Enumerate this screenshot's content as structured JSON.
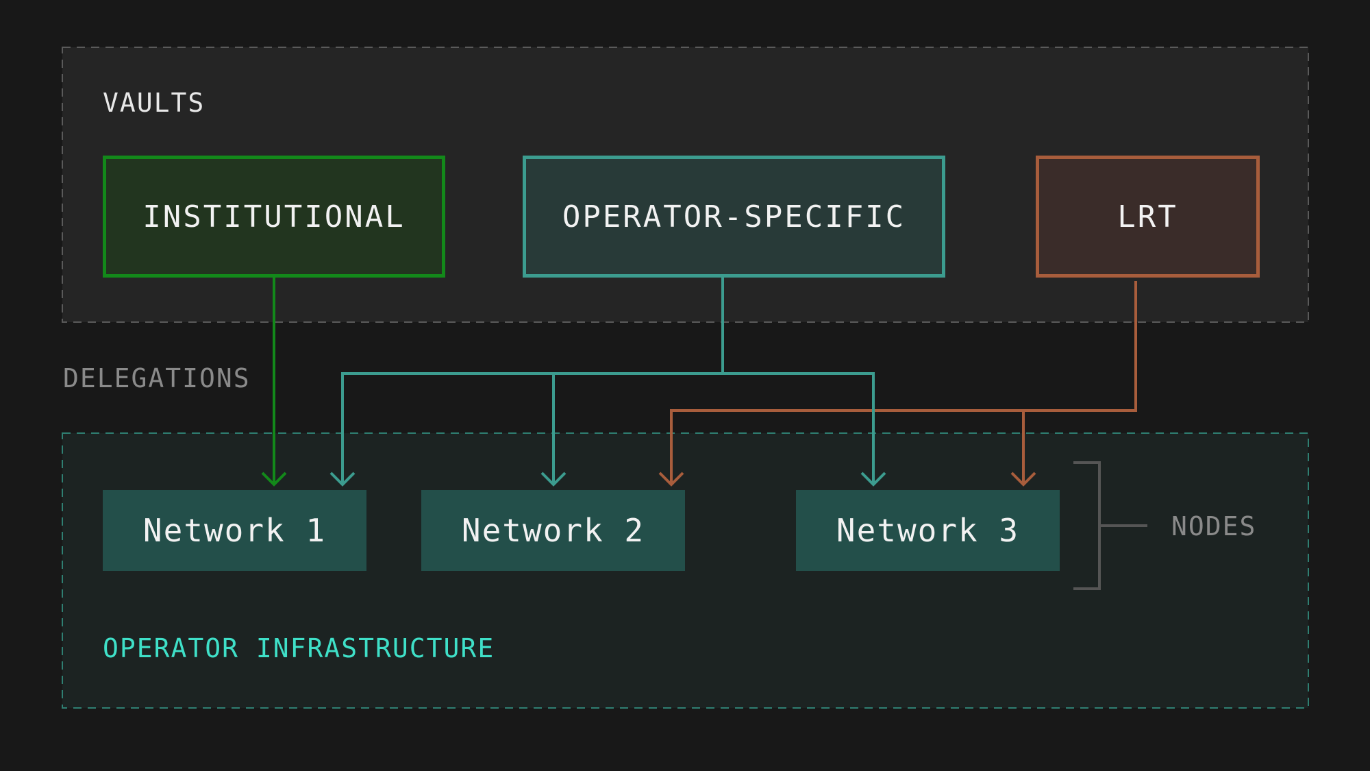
{
  "vaults_section": {
    "label": "VAULTS",
    "items": [
      "INSTITUTIONAL",
      "OPERATOR-SPECIFIC",
      "LRT"
    ]
  },
  "delegations_label": "DELEGATIONS",
  "infrastructure_section": {
    "label": "OPERATOR INFRASTRUCTURE",
    "networks": [
      "Network 1",
      "Network 2",
      "Network 3"
    ],
    "nodes_label": "NODES"
  },
  "delegation_links": [
    {
      "from": "INSTITUTIONAL",
      "to": [
        "Network 1"
      ]
    },
    {
      "from": "OPERATOR-SPECIFIC",
      "to": [
        "Network 1",
        "Network 2",
        "Network 3"
      ]
    },
    {
      "from": "LRT",
      "to": [
        "Network 2",
        "Network 3"
      ]
    }
  ],
  "colors": {
    "background": "#181818",
    "institutional": "#13891a",
    "operator_specific": "#3c9c8f",
    "lrt": "#a85d3c",
    "network_fill": "#234f4a",
    "infrastructure_accent": "#3fe0c8",
    "muted_text": "#8a8a8a"
  }
}
